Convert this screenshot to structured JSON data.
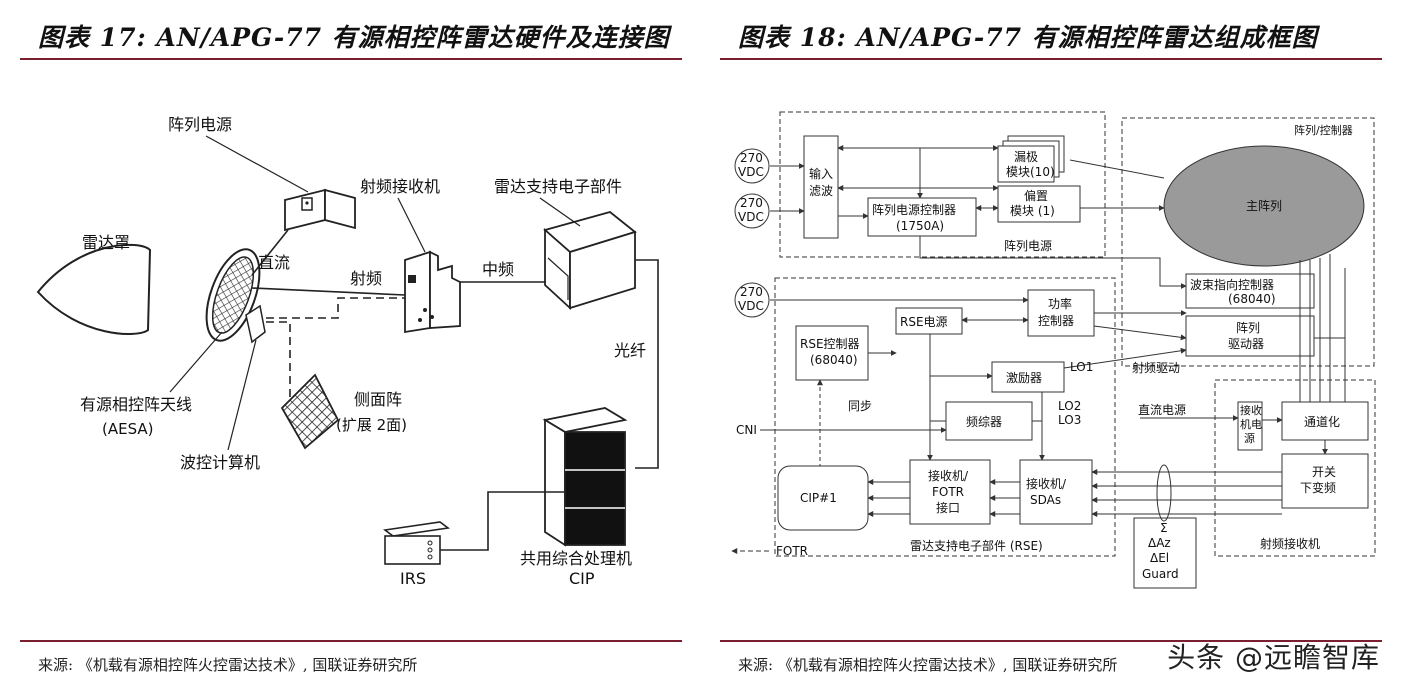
{
  "left": {
    "title": "图表 17: AN/APG-77 有源相控阵雷达硬件及连接图",
    "source": "来源: 《机载有源相控阵火控雷达技术》, 国联证券研究所",
    "labels": {
      "radome": "雷达罩",
      "array_power": "阵列电源",
      "rf_receiver": "射频接收机",
      "rse": "雷达支持电子部件",
      "dc": "直流",
      "rf": "射频",
      "if": "中频",
      "fiber": "光纤",
      "aesa": "有源相控阵天线",
      "aesa_abbr": "(AESA)",
      "side_array": "侧面阵",
      "side_array_ext": "(扩展 2面)",
      "beam_computer": "波控计算机",
      "cip": "共用综合处理机",
      "cip_abbr": "CIP",
      "irs": "IRS"
    }
  },
  "right": {
    "title": "图表 18: AN/APG-77 有源相控阵雷达组成框图",
    "source": "来源: 《机载有源相控阵火控雷达技术》, 国联证券研究所",
    "labels": {
      "vdc": "270\nVDC",
      "vdc_270": "270",
      "vdc_unit": "VDC",
      "input_filter_1": "输入",
      "input_filter_2": "滤波",
      "drain_module_1": "漏极",
      "drain_module_2": "模块(10)",
      "bias_module_1": "偏置",
      "bias_module_2": "模块 (1)",
      "array_ps_ctrl_1": "阵列电源控制器",
      "array_ps_ctrl_2": "(1750A)",
      "array_power": "阵列电源",
      "array_controller": "阵列/控制器",
      "main_array": "主阵列",
      "beam_ctrl_1": "波束指向控制器",
      "beam_ctrl_2": "(68040)",
      "array_driver_1": "阵列",
      "array_driver_2": "驱动器",
      "rse_ps": "RSE电源",
      "power_ctrl_1": "功率",
      "power_ctrl_2": "控制器",
      "rse_ctrl_1": "RSE控制器",
      "rse_ctrl_2": "(68040)",
      "exciter": "激励器",
      "lo1": "LO1",
      "rf_drive": "射频驱动",
      "sync": "同步",
      "synth": "频综器",
      "lo2": "LO2",
      "lo3": "LO3",
      "dc_power": "直流电源",
      "rx_ps_1": "接收",
      "rx_ps_2": "机电",
      "rx_ps_3": "源",
      "channelizer": "通道化",
      "cni": "CNI",
      "cip1": "CIP#1",
      "rx_fotr_1": "接收机/",
      "rx_fotr_2": "FOTR",
      "rx_fotr_3": "接口",
      "rx_sdas_1": "接收机/",
      "rx_sdas_2": "SDAs",
      "switch_1": "开关",
      "switch_2": "下变频",
      "fotr": "FOTR",
      "rse_label": "雷达支持电子部件 (RSE)",
      "rf_receiver": "射频接收机",
      "sigma": "Σ",
      "daz": "ΔAz",
      "del": "ΔEl",
      "guard": "Guard"
    }
  },
  "watermark": "头条 @远瞻智库"
}
